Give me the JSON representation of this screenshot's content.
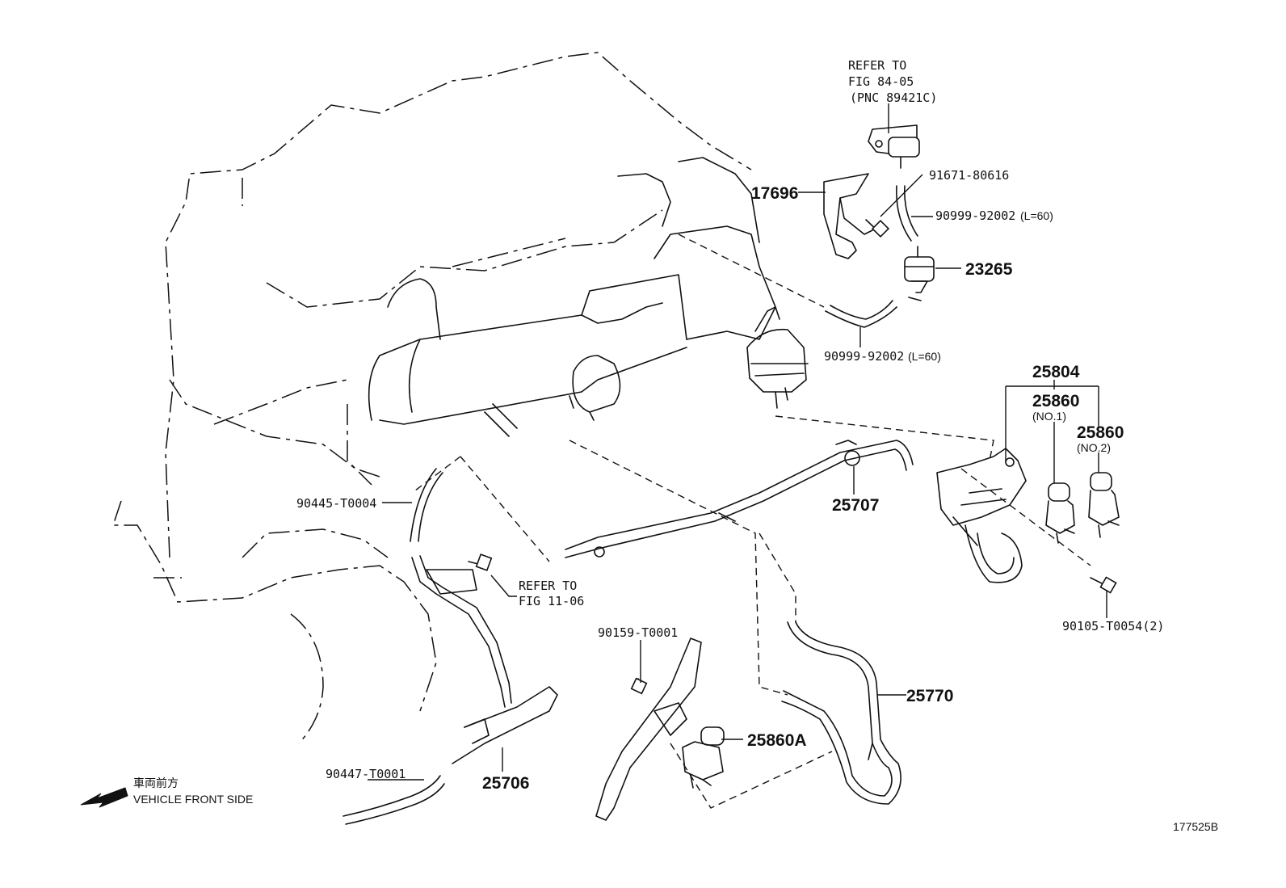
{
  "refer_fig_84": {
    "line1": "REFER TO",
    "line2": "FIG 84-05",
    "line3": "(PNC 89421C)"
  },
  "refer_fig_11": {
    "line1": "REFER TO",
    "line2": "FIG 11-06"
  },
  "parts": {
    "p17696": "17696",
    "p91671": "91671-80616",
    "p90999_upper": "90999-92002",
    "p90999_upper_len": "(L=60)",
    "p23265": "23265",
    "p90999_lower": "90999-92002",
    "p90999_lower_len": "(L=60)",
    "p25804": "25804",
    "p25860_no1": "25860",
    "p25860_no1_sub": "(NO.1)",
    "p25860_no2": "25860",
    "p25860_no2_sub": "(NO.2)",
    "p25707": "25707",
    "p90445": "90445-T0004",
    "p90105": "90105-T0054(2)",
    "p90159": "90159-T0001",
    "p25770": "25770",
    "p25860a": "25860A",
    "p90447": "90447-T0001",
    "p25706": "25706"
  },
  "front": {
    "jp": "車両前方",
    "en": "VEHICLE FRONT SIDE"
  },
  "figure_id": "177525B"
}
